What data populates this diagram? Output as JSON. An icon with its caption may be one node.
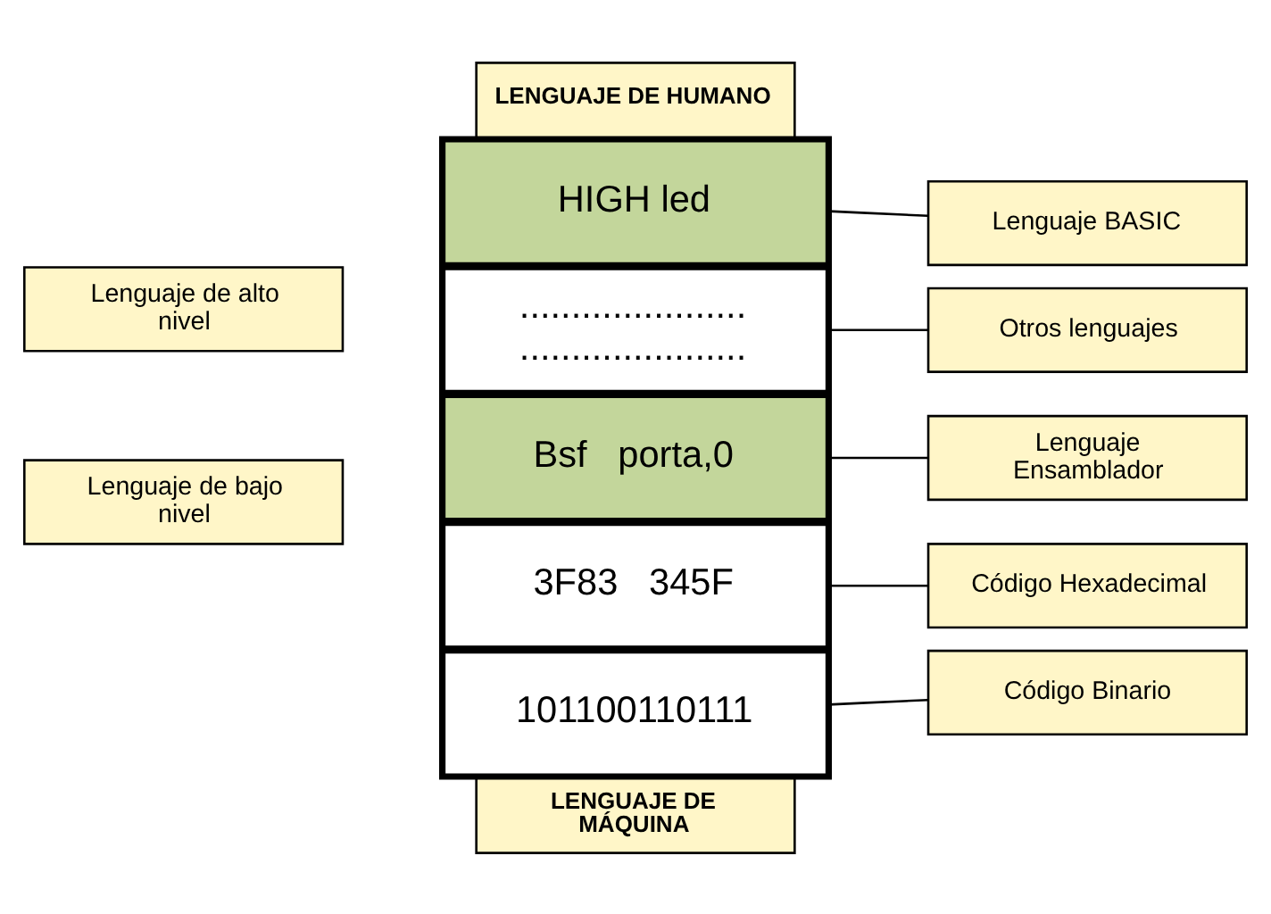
{
  "diagram": {
    "nodes": [
      {
        "text": [
          "LENGUAJE DE HUMANO"
        ]
      },
      {
        "text": [
          "Lenguaje de alto nivel"
        ]
      },
      {
        "text": [],
        "shape": "box"
      },
      {
        "text": [
          "HIGH led"
        ],
        "in": 2
      },
      {
        "text": [
          "...................... ......................"
        ],
        "in": 2
      },
      {
        "text": [
          "Bsf   porta,0"
        ],
        "in": 2
      },
      {
        "text": [
          "3F83   345F"
        ],
        "in": 2
      },
      {
        "text": [
          "101100110111"
        ],
        "in": 2
      },
      {
        "text": [
          "Lenguaje BASIC"
        ]
      },
      {
        "text": [
          "Otros lenguajes"
        ]
      },
      {
        "text": [
          "Lenguaje Ensamblador"
        ]
      },
      {
        "text": [
          "Código Hexadecimal"
        ]
      },
      {
        "text": [
          "Código Binario"
        ]
      },
      {
        "text": [
          "Lenguaje de bajo nivel"
        ]
      },
      {
        "text": [
          "LENGUAJE DE MÁQUINA"
        ]
      }
    ],
    "edges": [
      {
        "from": 3,
        "to": 8,
        "arrow": "none"
      },
      {
        "from": 4,
        "to": 9,
        "arrow": "none"
      },
      {
        "from": 5,
        "to": 10,
        "arrow": "none"
      },
      {
        "from": 6,
        "to": 11,
        "arrow": "none"
      },
      {
        "from": 7,
        "to": 12,
        "arrow": "none"
      }
    ]
  }
}
